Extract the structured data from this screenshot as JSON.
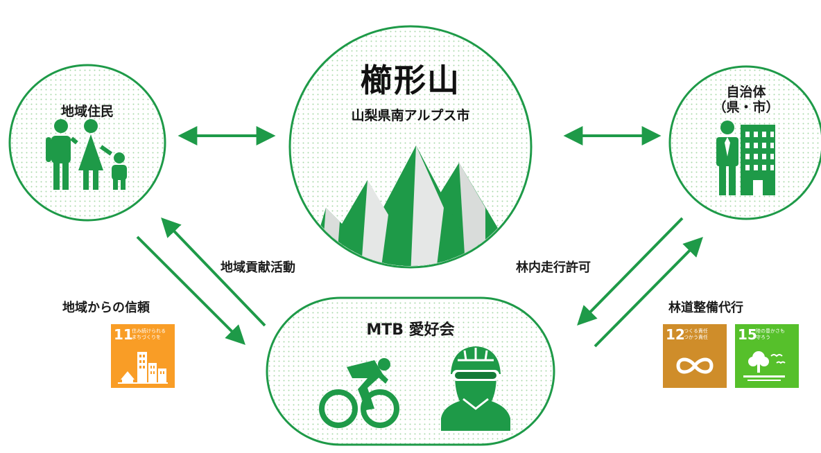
{
  "mountain": {
    "name": "櫛形山",
    "location": "山梨県南アルプス市"
  },
  "residents": {
    "label": "地域住民"
  },
  "government": {
    "line1": "自治体",
    "line2": "（県・市）"
  },
  "club": {
    "label": "MTB 愛好会"
  },
  "relations": {
    "community_activity": "地域貢献活動",
    "trust_from_community": "地域からの信頼",
    "forest_permit": "林内走行許可",
    "road_maintenance": "林道整備代行"
  },
  "sdgs": [
    {
      "number": "11",
      "title_line1": "住み続けられる",
      "title_line2": "まちづくりを",
      "color": "#F99D26",
      "icon": "city-icon"
    },
    {
      "number": "12",
      "title_line1": "つくる責任",
      "title_line2": "つかう責任",
      "color": "#CF8D2A",
      "icon": "infinity-icon"
    },
    {
      "number": "15",
      "title_line1": "陸の豊かさも",
      "title_line2": "守ろう",
      "color": "#56C02B",
      "icon": "tree-bird-icon"
    }
  ],
  "colors": {
    "primary_green": "#1E9A48",
    "dark_green": "#147A37",
    "dot_green": "#9BCF9F"
  }
}
